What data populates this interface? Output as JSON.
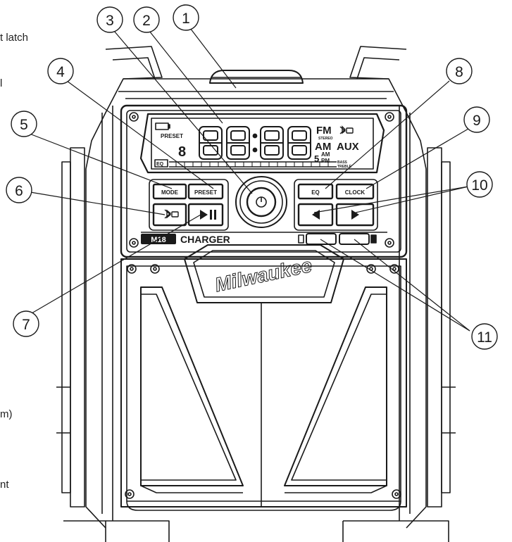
{
  "margin_text": [
    "t latch",
    "l",
    "m)",
    "nt"
  ],
  "callouts": [
    "1",
    "2",
    "3",
    "4",
    "5",
    "6",
    "7",
    "8",
    "9",
    "10",
    "11"
  ],
  "display": {
    "preset_label": "PRESET",
    "preset_digit": "8",
    "time_digits": "88:88",
    "band_fm": "FM",
    "stereo_label": "STEREO",
    "band_am": "AM",
    "band_aux": "AUX",
    "small_digit": "5",
    "am_small": "AM",
    "pm_small": "PM",
    "eq_label": "EQ",
    "bass_label": "BASS",
    "treble_label": "TREBLE"
  },
  "buttons": {
    "mode": "MODE",
    "preset": "PRESET",
    "eq": "EQ",
    "clock": "CLOCK",
    "play_pause_glyph": "▶II",
    "prev_glyph": "◀",
    "next_glyph": "▶"
  },
  "charger": {
    "badge": "M18",
    "label": "CHARGER"
  },
  "brand": {
    "logo": "Milwaukee"
  }
}
